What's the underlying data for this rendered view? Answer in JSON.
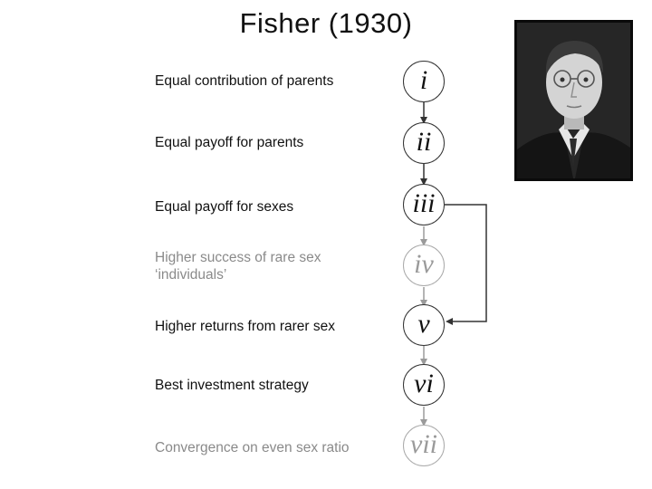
{
  "title": "Fisher (1930)",
  "steps": [
    {
      "label": "Equal contribution of parents",
      "numeral": "i",
      "faded": false
    },
    {
      "label": "Equal payoff for parents",
      "numeral": "ii",
      "faded": false
    },
    {
      "label": "Equal payoff for sexes",
      "numeral": "iii",
      "faded": false
    },
    {
      "label": "Higher success of rare sex ‘individuals’",
      "numeral": "iv",
      "faded": true
    },
    {
      "label": "Higher returns from rarer sex",
      "numeral": "v",
      "faded": false
    },
    {
      "label": "Best investment strategy",
      "numeral": "vi",
      "faded": false
    },
    {
      "label": "Convergence on even sex ratio",
      "numeral": "vii",
      "faded": true
    }
  ],
  "colors": {
    "dark": "#333333",
    "faded": "#9a9a9a"
  },
  "portrait": {
    "icon": "portrait-photo"
  }
}
